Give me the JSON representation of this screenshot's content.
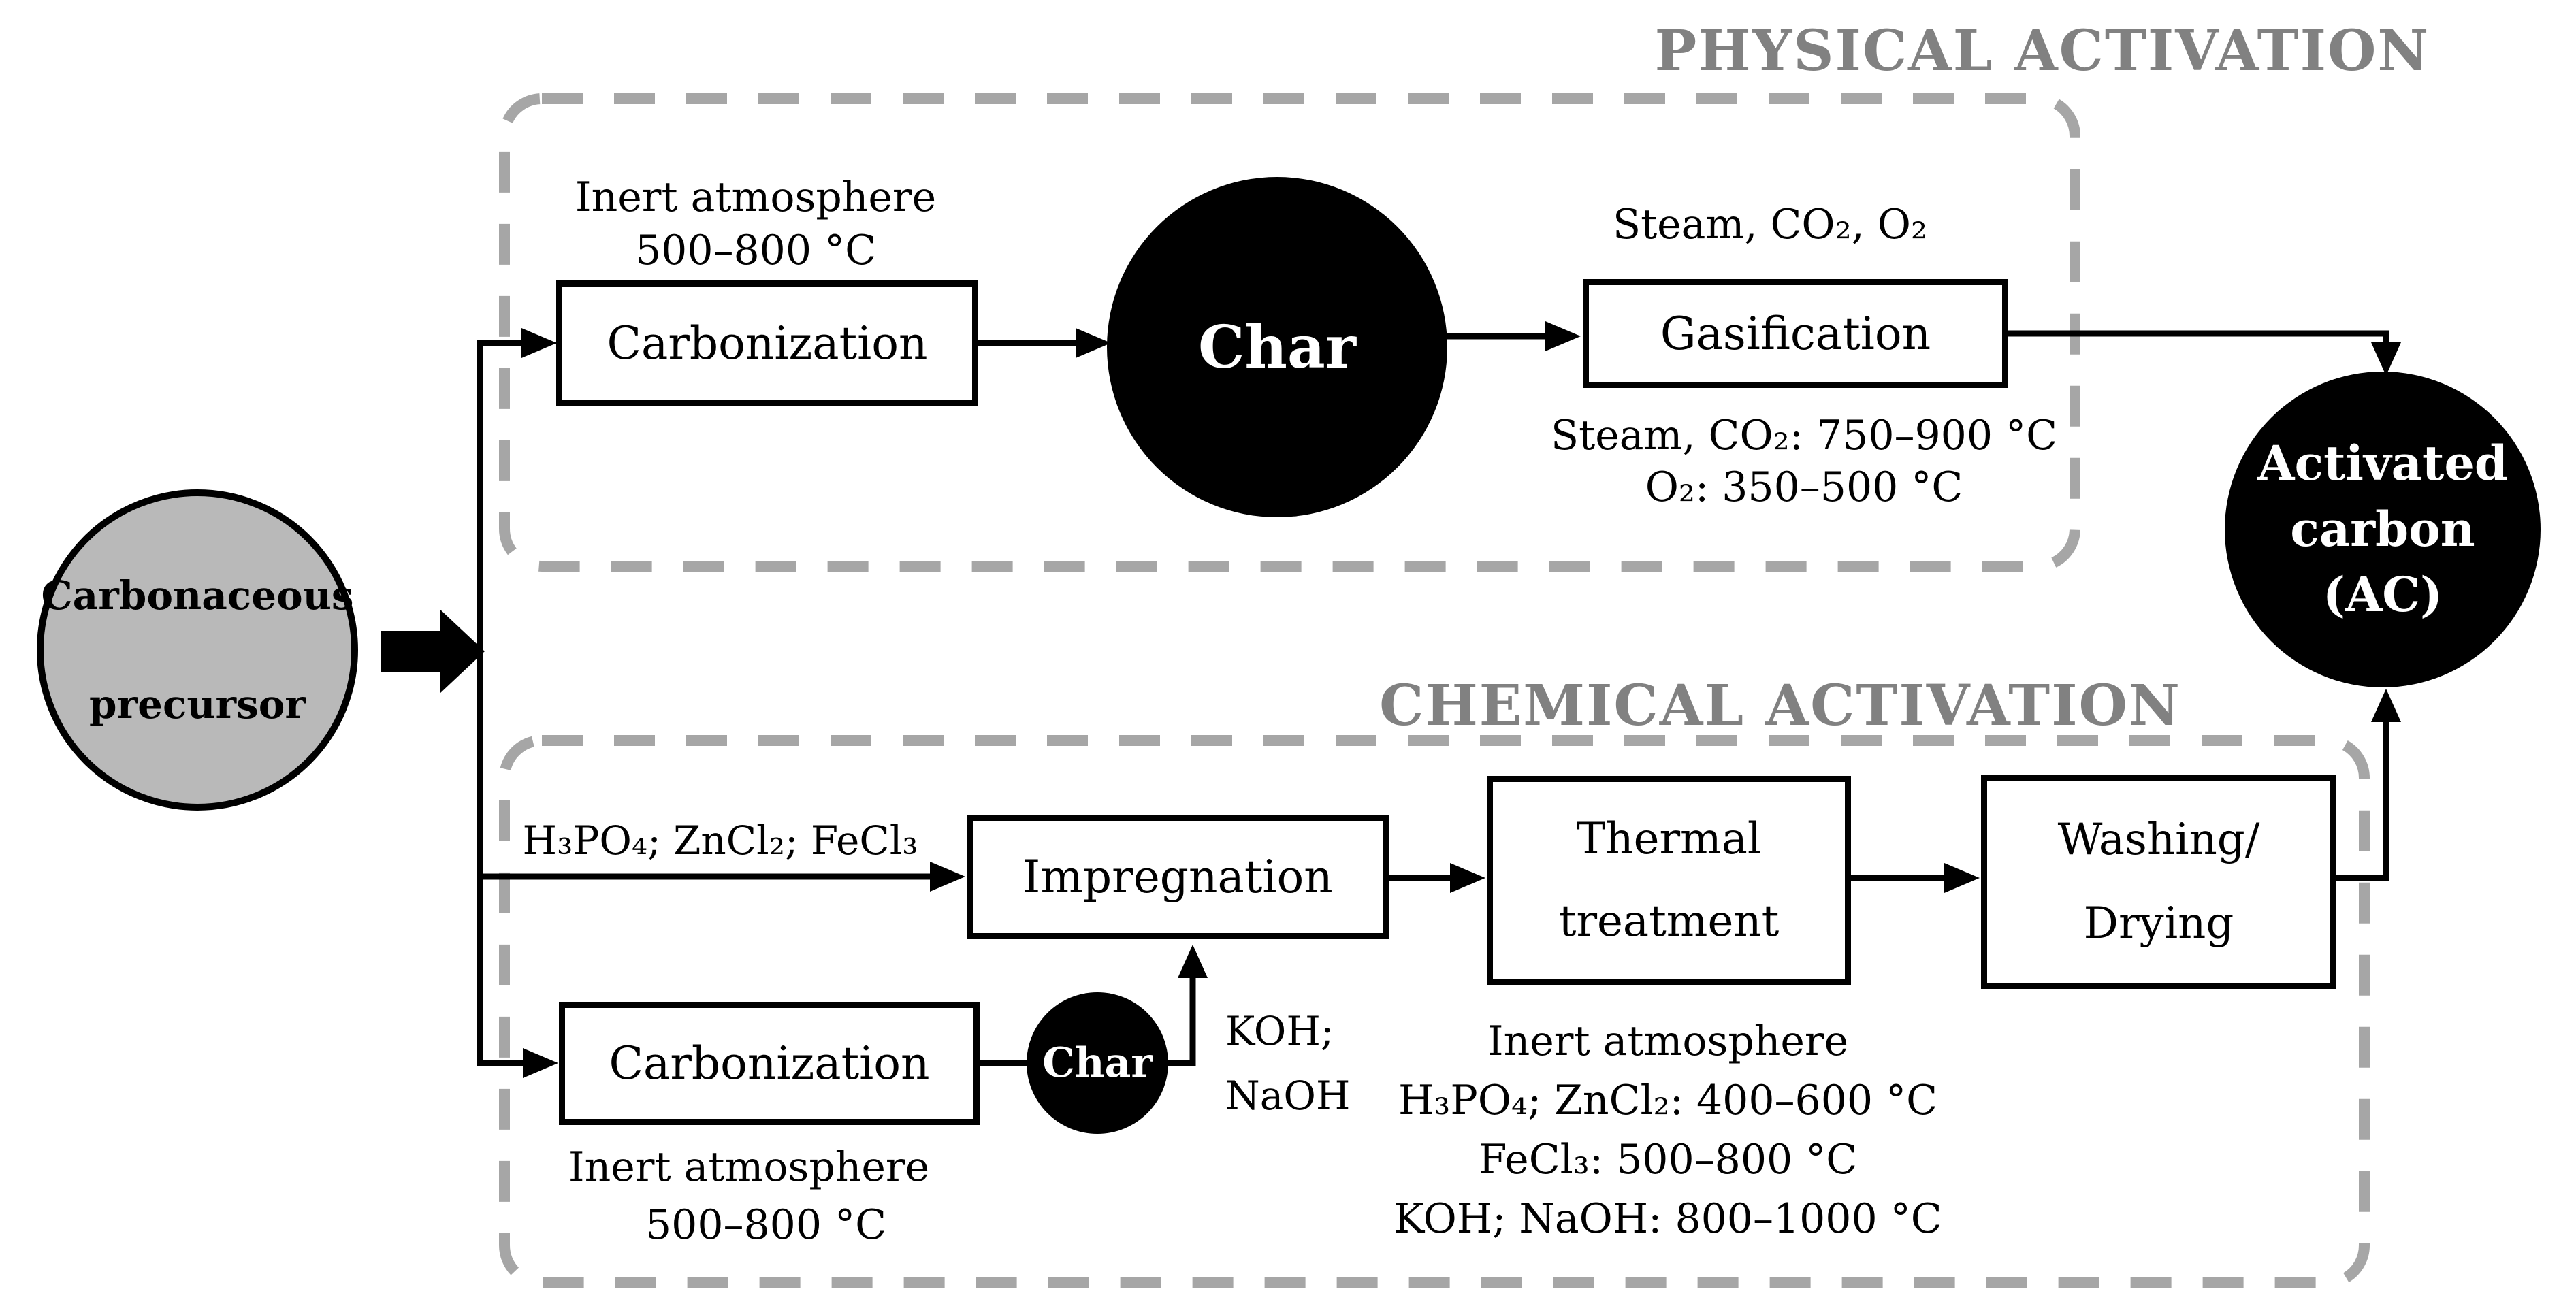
{
  "colors": {
    "bg": "#ffffff",
    "ink": "#000000",
    "title-gray": "#818181",
    "dash-gray": "#a6a6a6",
    "precursor-fill": "#b9b9b9"
  },
  "titles": {
    "physical": "PHYSICAL ACTIVATION",
    "chemical": "CHEMICAL ACTIVATION"
  },
  "precursor": {
    "line1": "Carbonaceous",
    "line2": "precursor"
  },
  "physical_route": {
    "carbonization": {
      "label": "Carbonization",
      "note1": "Inert atmosphere",
      "note2": "500–800 °C"
    },
    "char": {
      "label": "Char"
    },
    "gasification": {
      "label": "Gasification",
      "above": "Steam, CO₂, O₂",
      "below1": "Steam, CO₂: 750–900 °C",
      "below2": "O₂: 350–500 °C"
    }
  },
  "chemical_route": {
    "impregnation": {
      "label": "Impregnation",
      "agents": "H₃PO₄; ZnCl₂; FeCl₃"
    },
    "thermal": {
      "line1": "Thermal",
      "line2": "treatment",
      "note1": "Inert atmosphere",
      "note2": "H₃PO₄; ZnCl₂: 400–600 °C",
      "note3": "FeCl₃: 500–800 °C",
      "note4": "KOH; NaOH: 800–1000 °C"
    },
    "washing": {
      "line1": "Washing/",
      "line2": "Drying"
    },
    "carbonization": {
      "label": "Carbonization",
      "note1": "Inert atmosphere",
      "note2": "500–800 °C"
    },
    "char": {
      "label": "Char",
      "agent1": "KOH;",
      "agent2": "NaOH"
    }
  },
  "product": {
    "line1": "Activated",
    "line2": "carbon",
    "line3": "(AC)"
  }
}
